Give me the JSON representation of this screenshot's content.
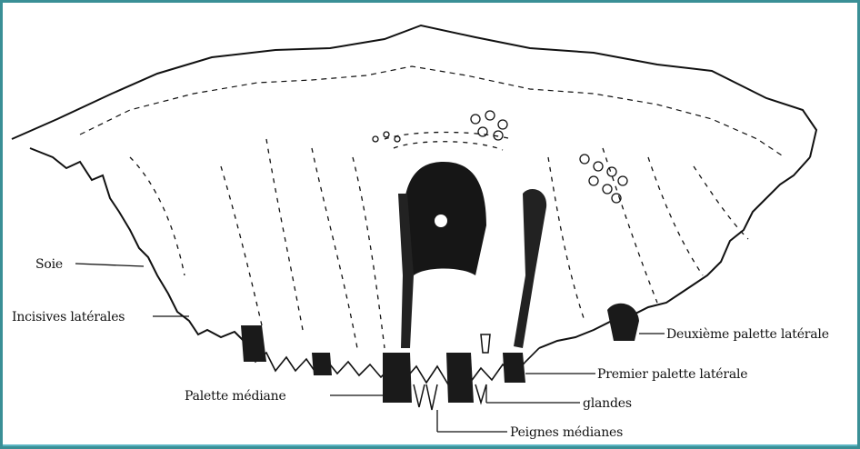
{
  "labels": {
    "soie": "Soie",
    "incisives": "Incisives latérales",
    "deuxieme": "Deuxième palette latérale",
    "premier": "Premier palette latérale",
    "palette_mediane": "Palette médiane",
    "glandes": "glandes",
    "peignes": "Peignes médianes"
  },
  "colors": {
    "frame": "#3a8f96",
    "ink": "#111111"
  }
}
